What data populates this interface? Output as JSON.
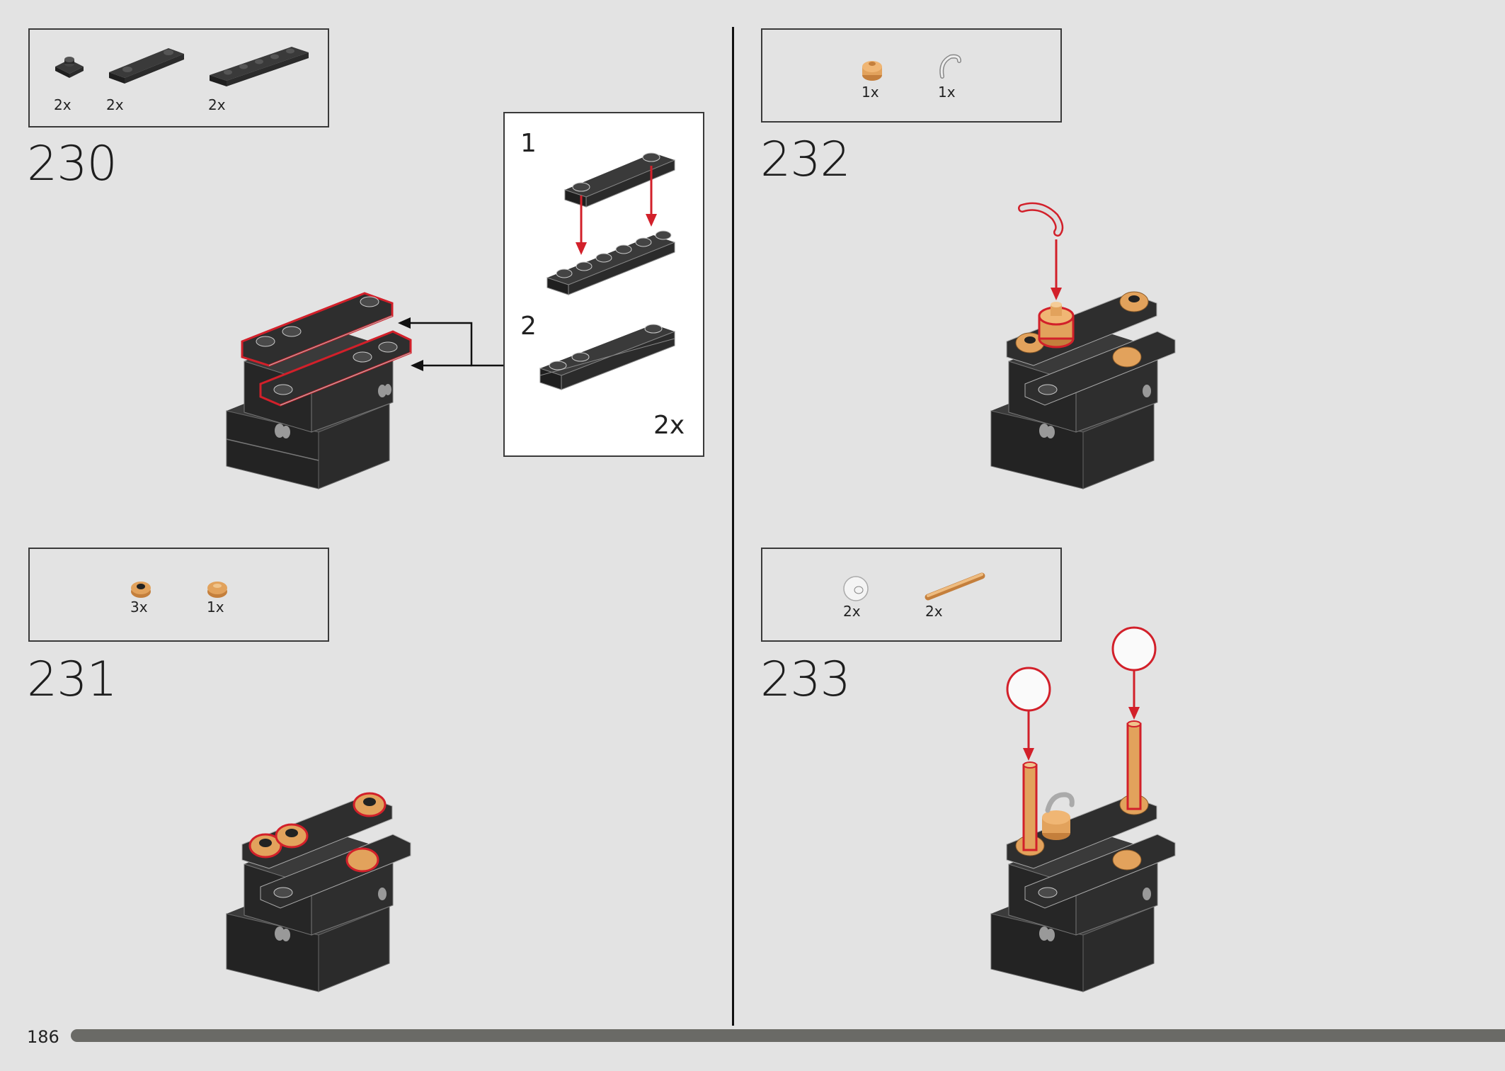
{
  "page": {
    "number": "186"
  },
  "steps": [
    {
      "number": "230",
      "parts": [
        "2x",
        "2x",
        "2x"
      ]
    },
    {
      "number": "231",
      "parts": [
        "3x",
        "1x"
      ]
    },
    {
      "number": "232",
      "parts": [
        "1x",
        "1x"
      ]
    },
    {
      "number": "233",
      "parts": [
        "2x",
        "2x"
      ]
    }
  ],
  "callout": {
    "sub1": "1",
    "sub2": "2",
    "multiplier": "2x"
  },
  "colors": {
    "background": "#e3e3e3",
    "brick": "#2b2b2b",
    "highlight": "#d2202a",
    "tan": "#e2a25c",
    "progress": "#6a6a66"
  }
}
